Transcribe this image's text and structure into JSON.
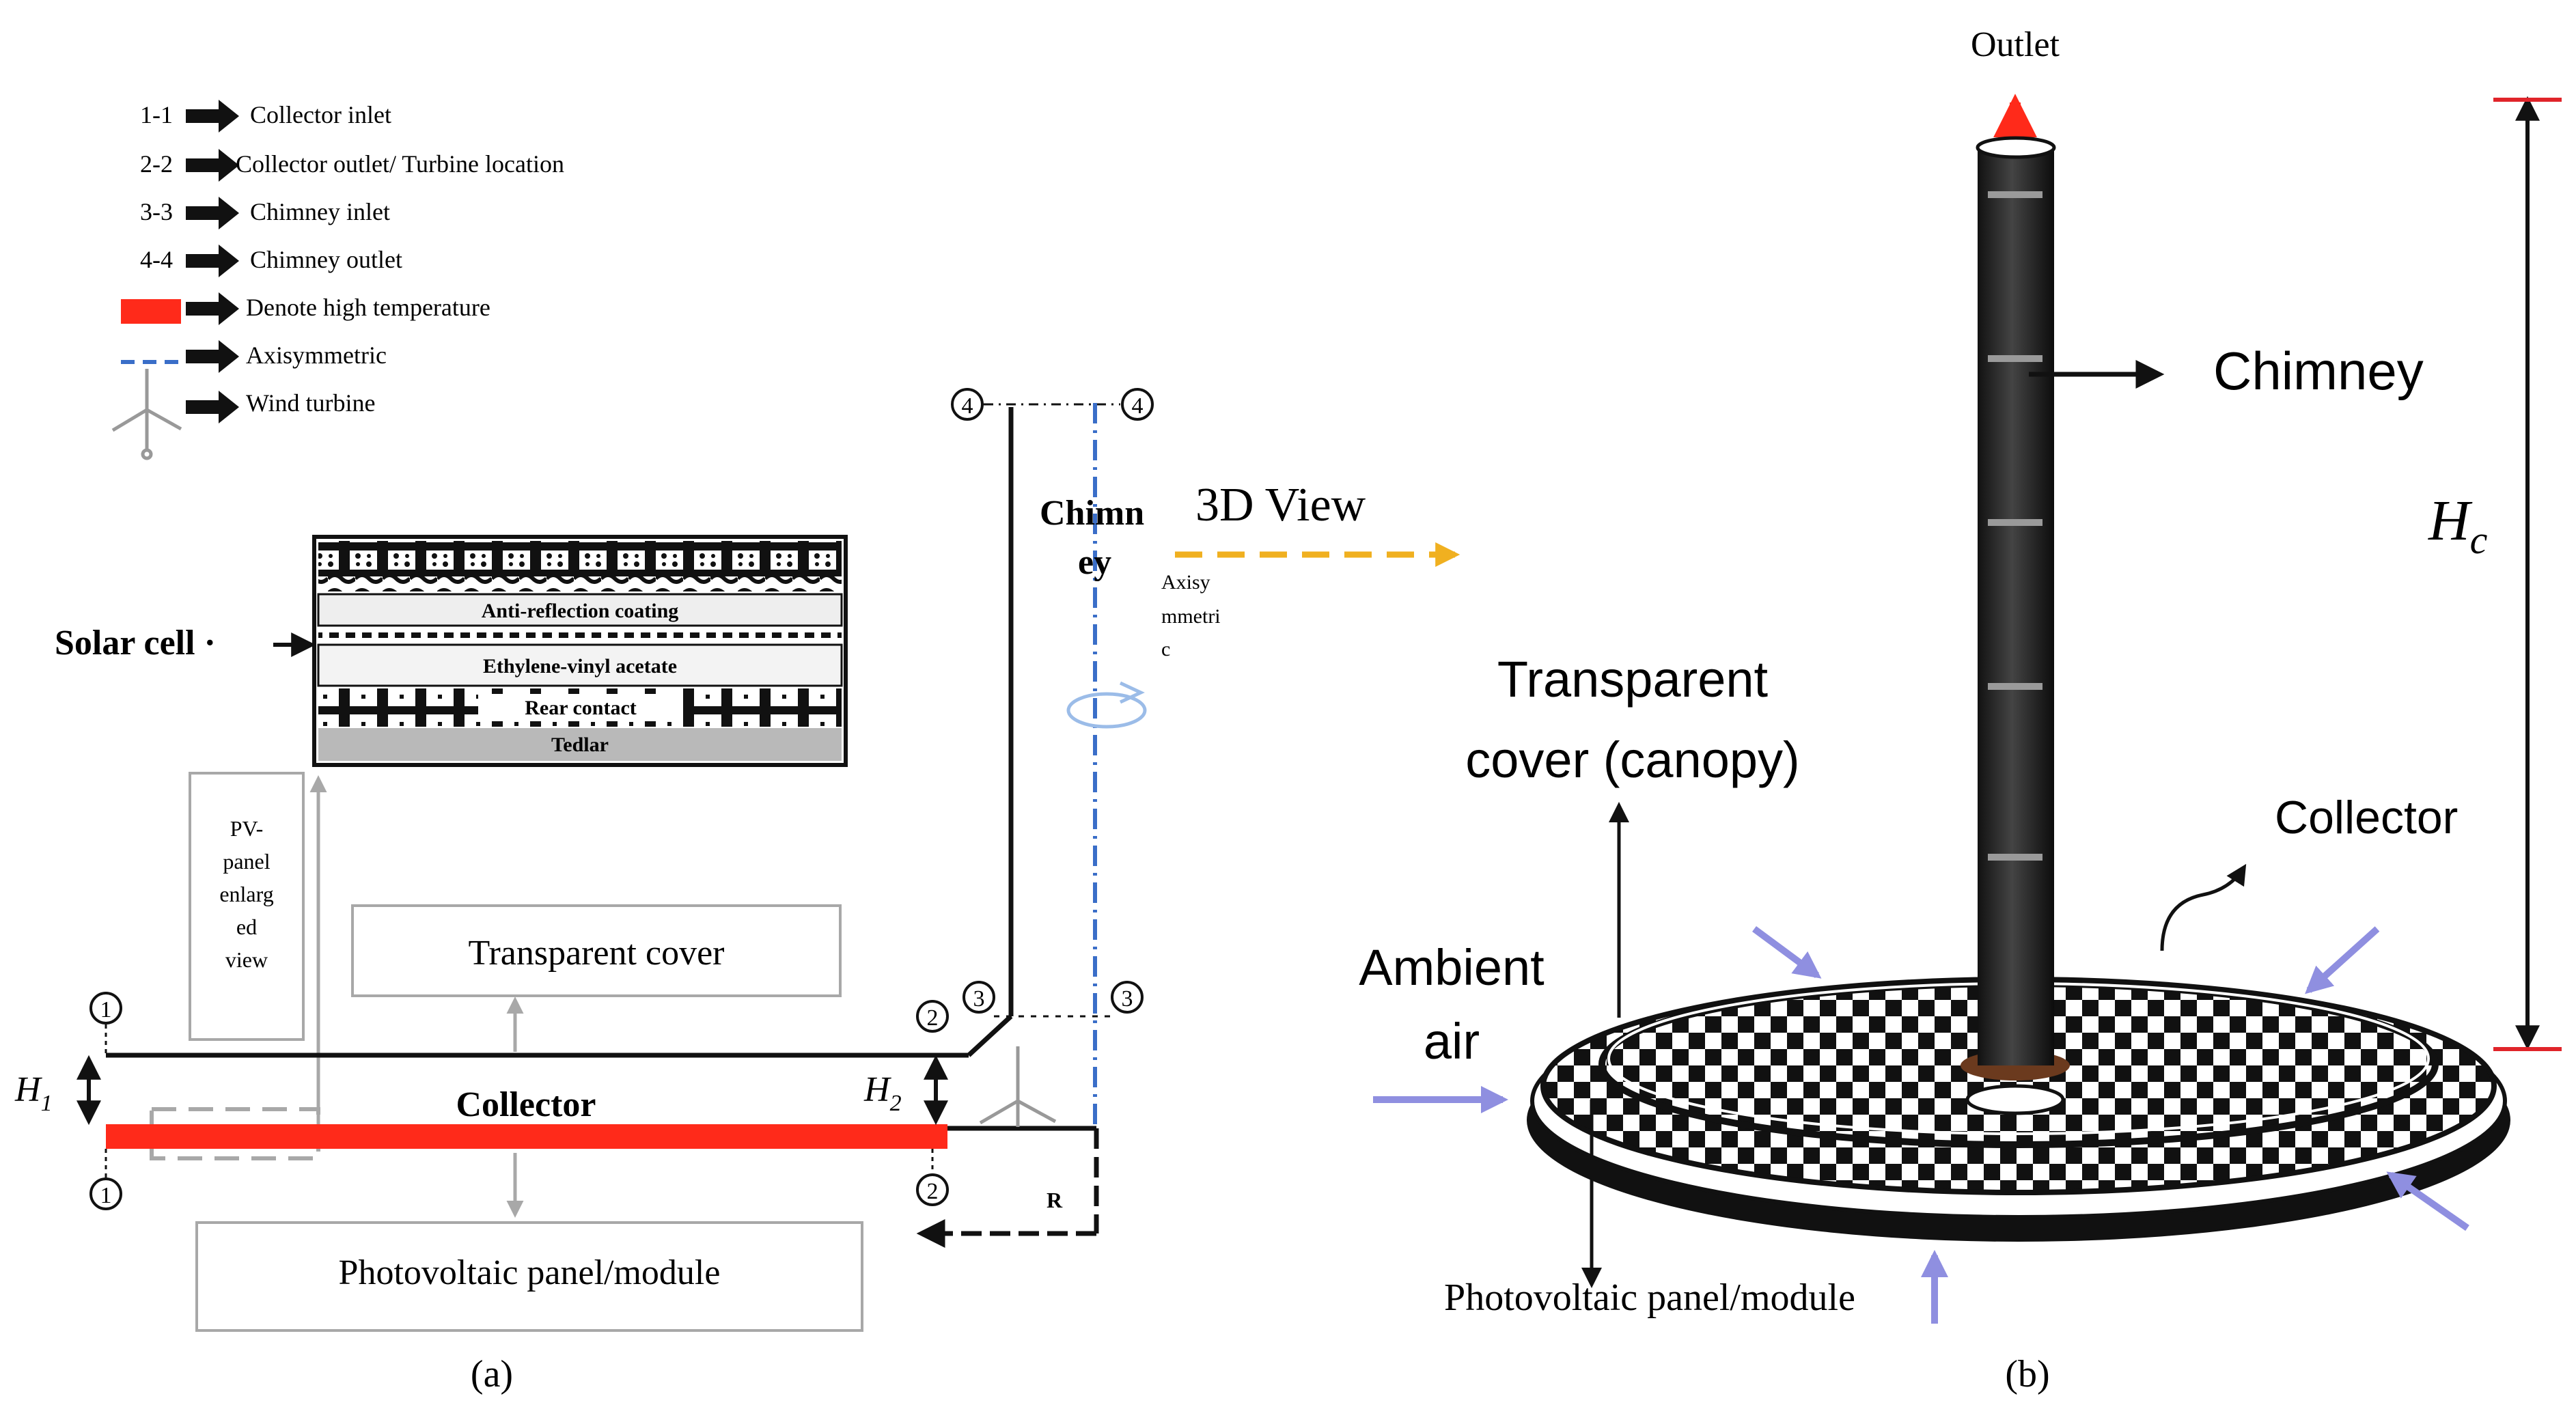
{
  "legend": {
    "items": [
      {
        "code": "1-1",
        "label": "Collector inlet"
      },
      {
        "code": "2-2",
        "label": "Collector outlet/ Turbine location"
      },
      {
        "code": "3-3",
        "label": "Chimney inlet"
      },
      {
        "code": "4-4",
        "label": "Chimney outlet"
      },
      {
        "code": "",
        "label": "Denote high temperature"
      },
      {
        "code": "",
        "label": "Axisymmetric"
      },
      {
        "code": "",
        "label": "Wind turbine"
      }
    ]
  },
  "panel_a": {
    "caption": "(a)",
    "solar_cell": "Solar cell ·",
    "layers": {
      "anti_reflection": "Anti-reflection coating",
      "eva": "Ethylene-vinyl acetate",
      "rear_contact": "Rear contact",
      "tedlar": "Tedlar"
    },
    "pv_enlarged": [
      "PV-",
      "panel",
      "enlarg",
      "ed",
      "view"
    ],
    "transparent_cover": "Transparent cover",
    "collector": "Collector",
    "photovoltaic": "Photovoltaic panel/module",
    "chimney": [
      "Chimn",
      "ey"
    ],
    "axisymmetric": [
      "Axisy",
      "mmetri",
      "c"
    ],
    "view3d": "3D View",
    "h1": "H",
    "h1_sub": "1",
    "h2": "H",
    "h2_sub": "2",
    "r": "R",
    "stations": [
      "1",
      "2",
      "3",
      "4"
    ]
  },
  "panel_b": {
    "caption": "(b)",
    "outlet": "Outlet",
    "chimney": "Chimney",
    "hc": "H",
    "hc_sub": "c",
    "transparent": [
      "Transparent",
      "cover (canopy)"
    ],
    "collector": "Collector",
    "ambient": [
      "Ambient",
      "air"
    ],
    "photovoltaic": "Photovoltaic panel/module"
  },
  "colors": {
    "hot": "#ff2a1a",
    "axis": "#3a6ec8",
    "view_arrow": "#f0b020",
    "inflow": "#8f8fe0",
    "gray": "#a8a8a8"
  }
}
